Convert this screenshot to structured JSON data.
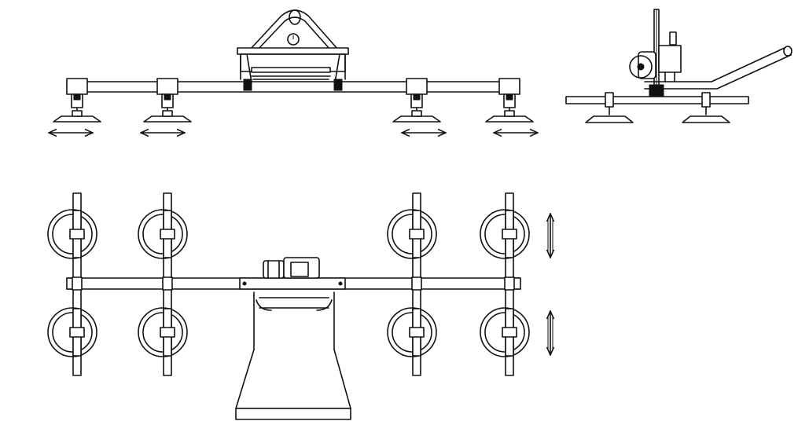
{
  "diagram": {
    "type": "engineering-drawing",
    "subject": "vacuum-lifter",
    "views": [
      "front-elevation",
      "side-elevation",
      "plan"
    ],
    "line_color": "#111111",
    "background": "#ffffff",
    "front": {
      "suction_pad_count": 4,
      "adjustment_arrows": 4
    },
    "side": {
      "suction_pad_count": 2
    },
    "plan": {
      "suction_pad_count": 8,
      "arms": 4,
      "adjustment_arrows": 2
    }
  }
}
